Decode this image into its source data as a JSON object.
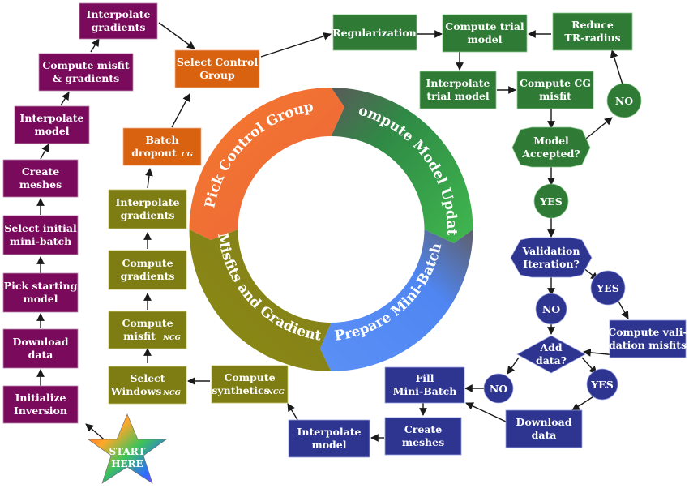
{
  "colors": {
    "purple": "#7a0a5c",
    "olive": "#7d7d14",
    "orange": "#d8620f",
    "green": "#2f7a35",
    "blue": "#2d3591",
    "ring_orange": "#f06a2c",
    "ring_green": "#3aa447",
    "ring_blue": "#4f82f0",
    "ring_olive": "#8a8a12"
  },
  "ring": {
    "pick": "Pick Control Group",
    "update": "Compute Model Update",
    "prepare": "Prepare Mini-Batch",
    "misfits": "Misfits and Gradients"
  },
  "start": {
    "l1": "START",
    "l2": "HERE"
  },
  "purple": {
    "init": {
      "l1": "Initialize",
      "l2": "Inversion"
    },
    "download": {
      "l1": "Download",
      "l2": "data"
    },
    "pick_model": {
      "l1": "Pick starting",
      "l2": "model"
    },
    "select_batch": {
      "l1": "Select initial",
      "l2": "mini-batch"
    },
    "meshes": {
      "l1": "Create",
      "l2": "meshes"
    },
    "interp_model": {
      "l1": "Interpolate",
      "l2": "model"
    },
    "misfit_grad": {
      "l1": "Compute misfit",
      "l2": "& gradients"
    },
    "interp_grad": {
      "l1": "Interpolate",
      "l2": "gradients"
    }
  },
  "orange": {
    "select_cg": {
      "l1": "Select Control",
      "l2": "Group"
    },
    "batch_dropout": {
      "l1": "Batch",
      "l2": "dropout",
      "sub": "CG"
    }
  },
  "olive": {
    "interp_grad": {
      "l1": "Interpolate",
      "l2": "gradients"
    },
    "comp_grad": {
      "l1": "Compute",
      "l2": "gradients"
    },
    "comp_misfit": {
      "l1": "Compute",
      "l2": "misfit",
      "sub": "NCG"
    },
    "select_win": {
      "l1": "Select",
      "l2": "Windows",
      "sub": "NCG"
    },
    "comp_synth": {
      "l1": "Compute",
      "l2": "synthetics",
      "sub": "NCG"
    }
  },
  "green": {
    "regularization": "Regularization",
    "trial": {
      "l1": "Compute trial",
      "l2": "model"
    },
    "reduce": {
      "l1": "Reduce",
      "l2": "TR-radius"
    },
    "interp_trial": {
      "l1": "Interpolate",
      "l2": "trial model"
    },
    "cg_misfit": {
      "l1": "Compute CG",
      "l2": "misfit"
    },
    "accepted": {
      "l1": "Model",
      "l2": "Accepted?"
    },
    "no": "NO",
    "yes": "YES"
  },
  "blue": {
    "validation": {
      "l1": "Validation",
      "l2": "Iteration?"
    },
    "yes1": "YES",
    "no1": "NO",
    "comp_val": {
      "l1": "Compute vali-",
      "l2": "dation misfits"
    },
    "add_data": {
      "l1": "Add",
      "l2": "data?"
    },
    "no2": "NO",
    "yes2": "YES",
    "fill": {
      "l1": "Fill",
      "l2": "Mini-Batch"
    },
    "download": {
      "l1": "Download",
      "l2": "data"
    },
    "meshes": {
      "l1": "Create",
      "l2": "meshes"
    },
    "interp_model": {
      "l1": "Interpolate",
      "l2": "model"
    }
  }
}
